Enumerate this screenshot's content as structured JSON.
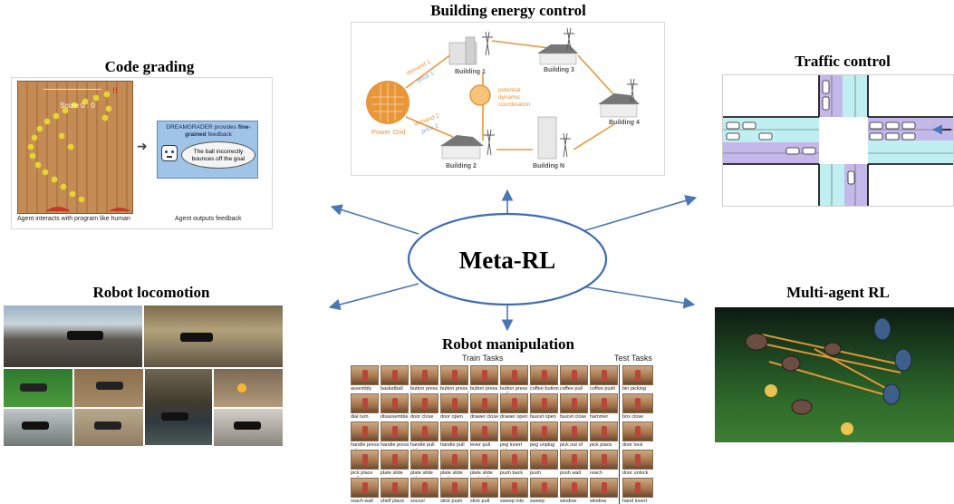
{
  "center": {
    "label": "Meta-RL"
  },
  "panels": {
    "energy": {
      "title": "Building energy control",
      "labels": {
        "building1": "Building 1",
        "building2": "Building 2",
        "building3": "Building 3",
        "building4": "Building 4",
        "buildingN": "Building N",
        "grid": "Power Grid",
        "coord_line1": "potential",
        "coord_line2": "dynamic",
        "coord_line3": "coordination",
        "demand1": "demand 1",
        "price1": "price 1",
        "demand2": "demand 2",
        "price2": "price 2"
      }
    },
    "code": {
      "title": "Code grading",
      "score": "Score 0 : 0",
      "feedback_head_prefix": "DREAMGRADER provides ",
      "feedback_head_bold": "fine-grained",
      "feedback_head_suffix": " feedback",
      "bubble": "The ball incorrectly bounces off the goal",
      "caption_left": "Agent interacts with program like human",
      "caption_right": "Agent outputs feedback"
    },
    "traffic": {
      "title": "Traffic control"
    },
    "locomotion": {
      "title": "Robot locomotion"
    },
    "multiagent": {
      "title": "Multi-agent RL"
    },
    "manipulation": {
      "title": "Robot manipulation",
      "train_header": "Train Tasks",
      "test_header": "Test Tasks",
      "train_tasks": [
        "assembly",
        "basketball",
        "button press topdown",
        "button press topdown wall",
        "button press",
        "button press wall",
        "coffee button",
        "coffee pull",
        "coffee push",
        "dial turn",
        "disassemble",
        "door close",
        "door open",
        "drawer close",
        "drawer open",
        "faucet open",
        "faucet close",
        "hammer",
        "handle press side",
        "handle press",
        "handle pull side",
        "handle pull",
        "lever pull",
        "peg insert side",
        "peg unplug side",
        "pick out of hole",
        "pick place",
        "pick place wall",
        "plate slide",
        "plate slide side",
        "plate slide back",
        "plate slide back side",
        "push back",
        "push",
        "push wall",
        "reach",
        "reach wall",
        "shelf place",
        "soccer",
        "stick push",
        "stick pull",
        "sweep into",
        "sweep",
        "window open",
        "window close"
      ],
      "test_tasks": [
        "bin picking",
        "box close",
        "door lock",
        "door unlock",
        "hand insert"
      ]
    }
  },
  "colors": {
    "arrow": "#4a78b5",
    "ellipse_stroke": "#3f6db5",
    "energy_orange": "#e8963a",
    "traffic_road": "#bfeff0",
    "traffic_lane": "#c4b8ea",
    "feedback_bg": "#9fc4e8"
  }
}
